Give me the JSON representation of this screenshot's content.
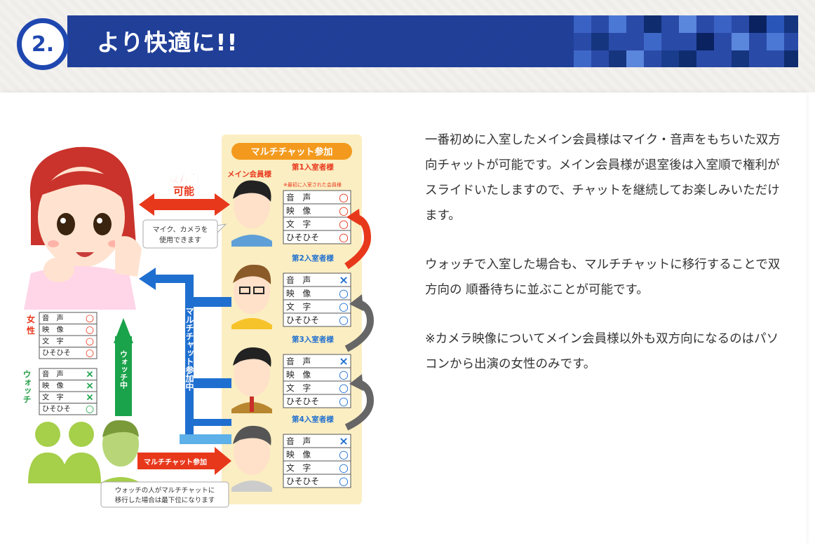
{
  "header": {
    "number": "2.",
    "title": "より快適に!!",
    "colors": {
      "bar": "#1f3f9a",
      "badge_border": "#1f47b0"
    }
  },
  "diagram": {
    "panel_title": "マルチチャット参加",
    "bidirectional_label_1": "双方向",
    "bidirectional_label_2": "可能",
    "mic_camera_note_1": "マイク、カメラを",
    "mic_camera_note_2": "使用できます",
    "main_member_label": "メイン会員様",
    "entrants": [
      {
        "label": "第1入室者様",
        "note": "※最初に入室された会員様",
        "rows": [
          {
            "name": "音　声",
            "mark": "○"
          },
          {
            "name": "映　像",
            "mark": "○"
          },
          {
            "name": "文　字",
            "mark": "○"
          },
          {
            "name": "ひそひそ",
            "mark": "○"
          }
        ]
      },
      {
        "label": "第2入室者様",
        "rows": [
          {
            "name": "音　声",
            "mark": "×"
          },
          {
            "name": "映　像",
            "mark": "○"
          },
          {
            "name": "文　字",
            "mark": "○"
          },
          {
            "name": "ひそひそ",
            "mark": "○"
          }
        ]
      },
      {
        "label": "第3入室者様",
        "rows": [
          {
            "name": "音　声",
            "mark": "×"
          },
          {
            "name": "映　像",
            "mark": "○"
          },
          {
            "name": "文　字",
            "mark": "○"
          },
          {
            "name": "ひそひそ",
            "mark": "○"
          }
        ]
      },
      {
        "label": "第4入室者様",
        "rows": [
          {
            "name": "音　声",
            "mark": "×"
          },
          {
            "name": "映　像",
            "mark": "○"
          },
          {
            "name": "文　字",
            "mark": "○"
          },
          {
            "name": "ひそひそ",
            "mark": "○"
          }
        ]
      }
    ],
    "woman_label_1": "女",
    "woman_label_2": "性",
    "woman_rows": [
      {
        "name": "音　声",
        "mark": "○"
      },
      {
        "name": "映　像",
        "mark": "○"
      },
      {
        "name": "文　字",
        "mark": "○"
      },
      {
        "name": "ひそひそ",
        "mark": "○"
      }
    ],
    "watch_label": "ウォッチ",
    "watch_rows": [
      {
        "name": "音　声",
        "mark": "×"
      },
      {
        "name": "映　像",
        "mark": "×"
      },
      {
        "name": "文　字",
        "mark": "×"
      },
      {
        "name": "ひそひそ",
        "mark": "○"
      }
    ],
    "watching_arrow_label": "ウォッチ中",
    "multichat_arrow_label": "マルチチャット参加中",
    "join_arrow_label": "マルチチャット参加",
    "watch_note_1": "ウォッチの人がマルチチャットに",
    "watch_note_2": "移行した場合は最下位になります"
  },
  "description": {
    "p1": "一番初めに入室したメイン会員様はマイク・音声をもちいた双方向チャットが可能です。メイン会員様が退室後は入室順で権利がスライドいたしますので、チャットを継続してお楽しみいただけます。",
    "p2": "ウォッチで入室した場合も、マルチチャットに移行することで双方向の 順番待ちに並ぶことが可能です。",
    "p3": "※カメラ映像についてメイン会員様以外も双方向になるのはパソコンから出演の女性のみです。"
  }
}
